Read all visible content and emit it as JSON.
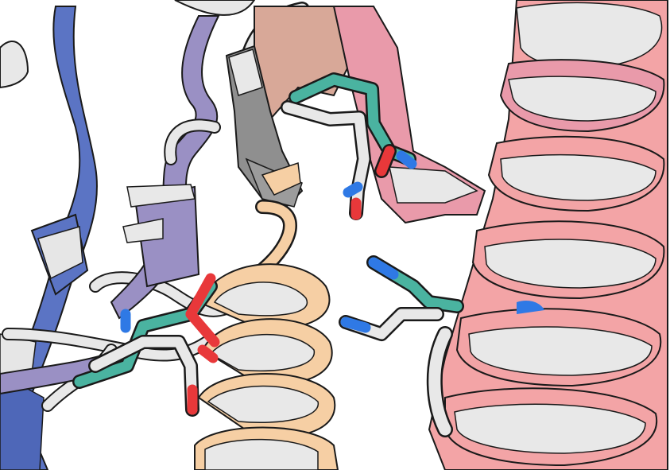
{
  "image": {
    "kind": "protein-structure-render",
    "colors": {
      "background": "#ffffff",
      "white_ribbon": "#e8e8e8",
      "white_ribbon_shade": "#bdbdbd",
      "blue_chain": "#5b74c4",
      "purple_chain": "#9a90c4",
      "tan_chain": "#d8a898",
      "orange_chain": "#f6cfa4",
      "pink_chain": "#e99aaa",
      "salmon_chain": "#f3a4a6",
      "gray_sheet": "#8f8f8f",
      "carbon_teal": "#4ab3a0",
      "nitrogen_blue": "#2f79e5",
      "oxygen_red": "#e8383a",
      "outline": "#1a1a1a"
    },
    "elements": [
      "blue-beta-strand",
      "purple-loop",
      "gray-beta-sheet",
      "tan-beta-strand",
      "orange-helix",
      "pink-helix",
      "salmon-helix",
      "teal-sidechain-stick",
      "white-sidechain-stick"
    ]
  }
}
